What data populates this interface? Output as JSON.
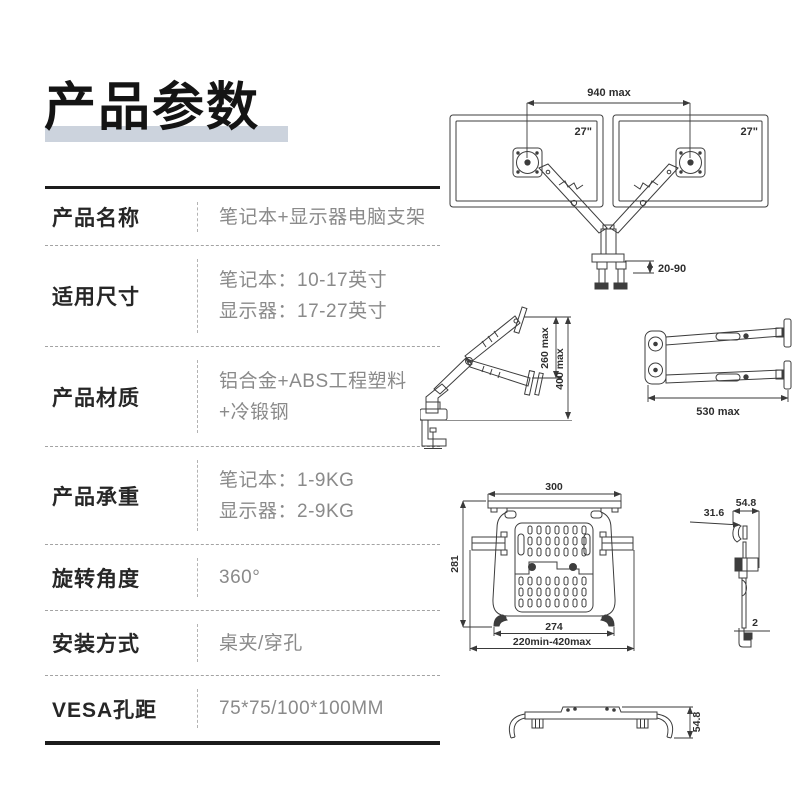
{
  "header": {
    "title": "产品参数",
    "highlight_color": "#ccd3dd"
  },
  "table": {
    "rows": [
      {
        "label": "产品名称",
        "line1": "笔记本+显示器电脑支架"
      },
      {
        "label": "适用尺寸",
        "line1": "笔记本：10-17英寸",
        "line2": "显示器：17-27英寸"
      },
      {
        "label": "产品材质",
        "line1": "铝合金+ABS工程塑料",
        "line2": "+冷锻钢"
      },
      {
        "label": "产品承重",
        "line1": "笔记本：1-9KG",
        "line2": "显示器：2-9KG"
      },
      {
        "label": "旋转角度",
        "line1": "360°"
      },
      {
        "label": "安装方式",
        "line1": "桌夹/穿孔"
      },
      {
        "label": "VESA孔距",
        "line1": "75*75/100*100MM"
      }
    ]
  },
  "diagrams": {
    "dual_monitor": {
      "width_max": "940 max",
      "left_size": "27\"",
      "right_size": "27\"",
      "desk_thickness": "20-90"
    },
    "arm_side": {
      "lift_range": "260 max",
      "height_max": "400 max"
    },
    "arm_top": {
      "reach_max": "530 max"
    },
    "tray_top": {
      "top_width": "300",
      "depth": "281",
      "inner_width": "274",
      "width_range": "220min-420max"
    },
    "tray_side": {
      "thickness": "54.8",
      "hook_depth": "31.6",
      "lip": "2"
    },
    "tray_front": {
      "height": "54.8"
    }
  },
  "colors": {
    "accent_bar": "#ccd3dd",
    "line": "#3d3d3d",
    "label_text": "#262626",
    "value_text": "#8a8a8a"
  }
}
